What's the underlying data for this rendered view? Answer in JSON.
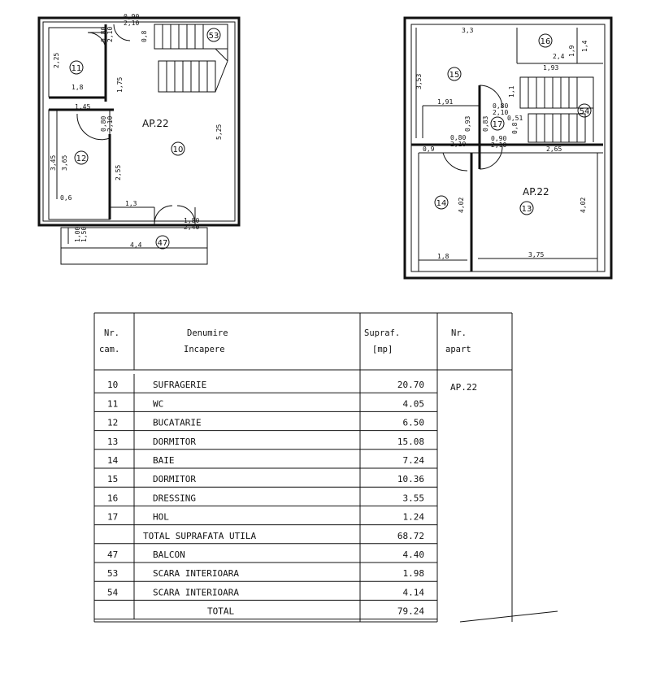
{
  "ground_floor": {
    "apartment_label": "AP.22",
    "rooms": {
      "r10": "10",
      "r11": "11",
      "r12": "12",
      "r47": "47",
      "r53": "53"
    },
    "dims": {
      "d_090_210_top": [
        "0,90",
        "2,10"
      ],
      "d_080_210_wc": [
        "0,80",
        "2,10"
      ],
      "d_08": "0,8",
      "d_225": "2,25",
      "d_18": "1,8",
      "d_175": "1,75",
      "d_145": "1,45",
      "d_080_210_buc": [
        "0,80",
        "2,10"
      ],
      "d_345": "3,45",
      "d_365": "3,65",
      "d_525": "5,25",
      "d_255": "2,55",
      "d_06": "0,6",
      "d_13": "1,3",
      "d_180_240": [
        "1,80",
        "2,40"
      ],
      "d_100_150": [
        "1,00",
        "1,50"
      ],
      "d_44": "4,4"
    }
  },
  "upper_floor": {
    "apartment_label": "AP.22",
    "rooms": {
      "r13": "13",
      "r14": "14",
      "r15": "15",
      "r16": "16",
      "r17": "17",
      "r54": "54"
    },
    "dims": {
      "d_33": "3,3",
      "d_353": "3,53",
      "d_24": "2,4",
      "d_19": "1,9",
      "d_14": "1,4",
      "d_193": "1,93",
      "d_11": "1,1",
      "d_191": "1,91",
      "d_080_210_a": [
        "0,80",
        "2,10"
      ],
      "d_093": "0,93",
      "d_083": "0,83",
      "d_051": "0,51",
      "d_080_210_b": [
        "0,80",
        "2,10"
      ],
      "d_090_210": [
        "0,90",
        "2,10"
      ],
      "d_08": "0,8",
      "d_09": "0,9",
      "d_265": "2,65",
      "d_402_a": "4,02",
      "d_402_b": "4,02",
      "d_18": "1,8",
      "d_375": "3,75"
    }
  },
  "table": {
    "headers": {
      "nr_cam": [
        "Nr.",
        "cam."
      ],
      "denumire": [
        "Denumire",
        "Incapere"
      ],
      "supraf": [
        "Supraf.",
        "[mp]"
      ],
      "nr_apart": [
        "Nr.",
        "apart"
      ]
    },
    "apartment": "AP.22",
    "rows": [
      {
        "nr": "10",
        "name": "SUFRAGERIE",
        "area": "20.70"
      },
      {
        "nr": "11",
        "name": "WC",
        "area": "4.05"
      },
      {
        "nr": "12",
        "name": "BUCATARIE",
        "area": "6.50"
      },
      {
        "nr": "13",
        "name": "DORMITOR",
        "area": "15.08"
      },
      {
        "nr": "14",
        "name": "BAIE",
        "area": "7.24"
      },
      {
        "nr": "15",
        "name": "DORMITOR",
        "area": "10.36"
      },
      {
        "nr": "16",
        "name": "DRESSING",
        "area": "3.55"
      },
      {
        "nr": "17",
        "name": "HOL",
        "area": "1.24"
      }
    ],
    "total_util": {
      "label": "TOTAL  SUPRAFATA  UTILA",
      "area": "68.72"
    },
    "extra_rows": [
      {
        "nr": "47",
        "name": "BALCON",
        "area": "4.40"
      },
      {
        "nr": "53",
        "name": "SCARA  INTERIOARA",
        "area": "1.98"
      },
      {
        "nr": "54",
        "name": "SCARA  INTERIOARA",
        "area": "4.14"
      }
    ],
    "total": {
      "label": "TOTAL",
      "area": "79.24"
    }
  }
}
